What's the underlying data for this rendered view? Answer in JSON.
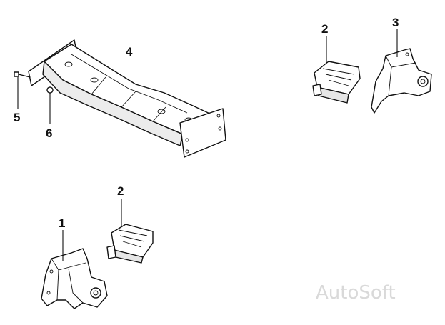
{
  "parts": [
    {
      "id": "part-1",
      "callout": "1"
    },
    {
      "id": "part-2a",
      "callout": "2"
    },
    {
      "id": "part-2b",
      "callout": "2"
    },
    {
      "id": "part-3",
      "callout": "3"
    },
    {
      "id": "part-4",
      "callout": "4"
    },
    {
      "id": "part-5",
      "callout": "5"
    },
    {
      "id": "part-6",
      "callout": "6"
    }
  ],
  "watermark": "AutoSoft",
  "colors": {
    "line": "#111111",
    "fill": "#ffffff",
    "shade": "#e6e6e6",
    "watermark": "#d9d9d9"
  }
}
